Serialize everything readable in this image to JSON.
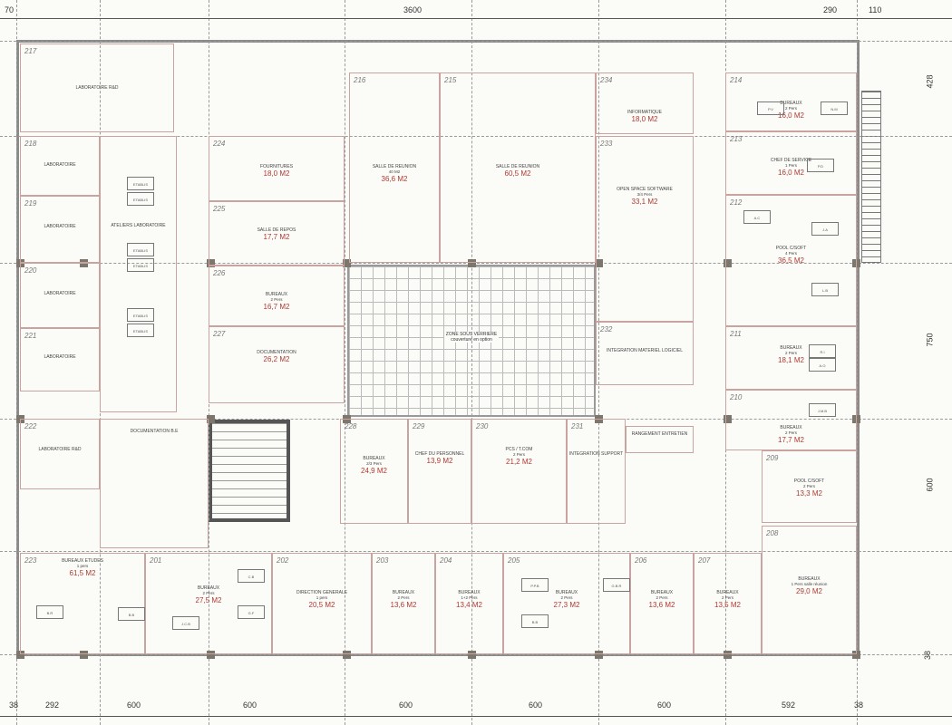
{
  "dimensions": {
    "top": [
      "70",
      "3600",
      "290",
      "110"
    ],
    "bottom": [
      "38",
      "292",
      "600",
      "600",
      "600",
      "600",
      "600",
      "592",
      "38"
    ],
    "right": [
      "428",
      "750",
      "600",
      "38"
    ]
  },
  "courtyard": {
    "label": "ZONE SOUS VERRIERE",
    "sub": "couverture en option"
  },
  "rooms": [
    {
      "label": "LABORATOIRE R&D",
      "sub": "",
      "area": "",
      "num": "217"
    },
    {
      "label": "LABORATOIRE",
      "sub": "",
      "area": "",
      "num": "218"
    },
    {
      "label": "LABORATOIRE",
      "sub": "",
      "area": "",
      "num": "219"
    },
    {
      "label": "LABORATOIRE",
      "sub": "",
      "area": "",
      "num": "220"
    },
    {
      "label": "LABORATOIRE",
      "sub": "",
      "area": "",
      "num": "221"
    },
    {
      "label": "ATELIERS LABORATOIRE",
      "sub": "",
      "area": "",
      "num": ""
    },
    {
      "label": "FOURNITURES",
      "sub": "",
      "area": "18,0 m2",
      "num": "224"
    },
    {
      "label": "SALLE DE REPOS",
      "sub": "",
      "area": "17,7 m2",
      "num": "225"
    },
    {
      "label": "BUREAUX",
      "sub": "2 Pers",
      "area": "16,7 m2",
      "num": "226"
    },
    {
      "label": "DOCUMENTATION",
      "sub": "",
      "area": "26,2 m2",
      "num": "227"
    },
    {
      "label": "SALLE DE REUNION",
      "sub": "40 M2",
      "area": "36,6 m2",
      "num": "216"
    },
    {
      "label": "SALLE DE REUNION",
      "sub": "",
      "area": "60,5 m2",
      "num": "215"
    },
    {
      "label": "INFORMATIQUE",
      "sub": "",
      "area": "18,0 m2",
      "num": "234"
    },
    {
      "label": "OPEN SPACE SOFTWARE",
      "sub": "3/4 Pers",
      "area": "33,1 m2",
      "num": "233"
    },
    {
      "label": "INTEGRATION MATERIEL LOGICIEL",
      "sub": "",
      "area": "",
      "num": "232"
    },
    {
      "label": "BUREAUX",
      "sub": "2 Pers",
      "area": "16,0 m2",
      "num": "214"
    },
    {
      "label": "Chef de service",
      "sub": "1 Pers",
      "area": "16,0 m2",
      "num": "213"
    },
    {
      "label": "Pool C/SOFT",
      "sub": "4 Pers",
      "area": "36,5 m2",
      "num": "212"
    },
    {
      "label": "BUREAUX",
      "sub": "2 Pers",
      "area": "18,1 m2",
      "num": "211"
    },
    {
      "label": "BUREAUX",
      "sub": "2 Pers",
      "area": "17,7 m2",
      "num": "210"
    },
    {
      "label": "Pool C/SOFT",
      "sub": "2 Pers",
      "area": "13,3 m2",
      "num": "209"
    },
    {
      "label": "BUREAUX",
      "sub": "1 Pers salle réunion",
      "area": "29,0 m2",
      "num": "208"
    },
    {
      "label": "LABORATOIRE R&D",
      "sub": "",
      "area": "",
      "num": "222"
    },
    {
      "label": "DOCUMENTATION B.E",
      "sub": "",
      "area": "",
      "num": ""
    },
    {
      "label": "BUREAUX",
      "sub": "2/3 Pers",
      "area": "24,9 m2",
      "num": "228"
    },
    {
      "label": "CHEF DU PERSONNEL",
      "sub": "",
      "area": "13,9 m2",
      "num": "229"
    },
    {
      "label": "PCS / T.COM",
      "sub": "2 Pers",
      "area": "21,2 m2",
      "num": "230"
    },
    {
      "label": "INTEGRATION SUPPORT",
      "sub": "",
      "area": "",
      "num": "231"
    },
    {
      "label": "RANGEMENT ENTRETIEN",
      "sub": "",
      "area": "",
      "num": ""
    },
    {
      "label": "BUREAUX ETUDES",
      "sub": "1 pers",
      "area": "61,5 m2",
      "num": "223"
    },
    {
      "label": "BUREAUX",
      "sub": "2 Pers",
      "area": "27,5 m2",
      "num": "201"
    },
    {
      "label": "DIRECTION GENERALE",
      "sub": "1 pers",
      "area": "20,5 m2",
      "num": "202"
    },
    {
      "label": "BUREAUX",
      "sub": "2 Pers",
      "area": "13,6 m2",
      "num": "203"
    },
    {
      "label": "BUREAUX",
      "sub": "1+2 Pers",
      "area": "13,4 m2",
      "num": "204"
    },
    {
      "label": "BUREAUX",
      "sub": "2 Pers",
      "area": "27,3 m2",
      "num": "205"
    },
    {
      "label": "BUREAUX",
      "sub": "2 Pers",
      "area": "13,6 m2",
      "num": "206"
    },
    {
      "label": "BUREAUX",
      "sub": "2 Pers",
      "area": "13,5 m2",
      "num": "207"
    }
  ],
  "desks": [
    "ETABLIS",
    "ETABLIS",
    "ETABLIS",
    "ETABLIS",
    "ETABLIS",
    "ETABLIS",
    "P.V",
    "N.M",
    "P.D",
    "A.C",
    "J.A",
    "L.B",
    "R.I",
    "A.O",
    "J.M.B",
    "B.R",
    "B.B",
    "J.C.B",
    "C.B",
    "G.F",
    "P.P.B",
    "B.B",
    "G.B.R"
  ],
  "colors": {
    "wall": "#8a8a8a",
    "partition": "#c9a3a0",
    "area_text": "#b03a32"
  }
}
